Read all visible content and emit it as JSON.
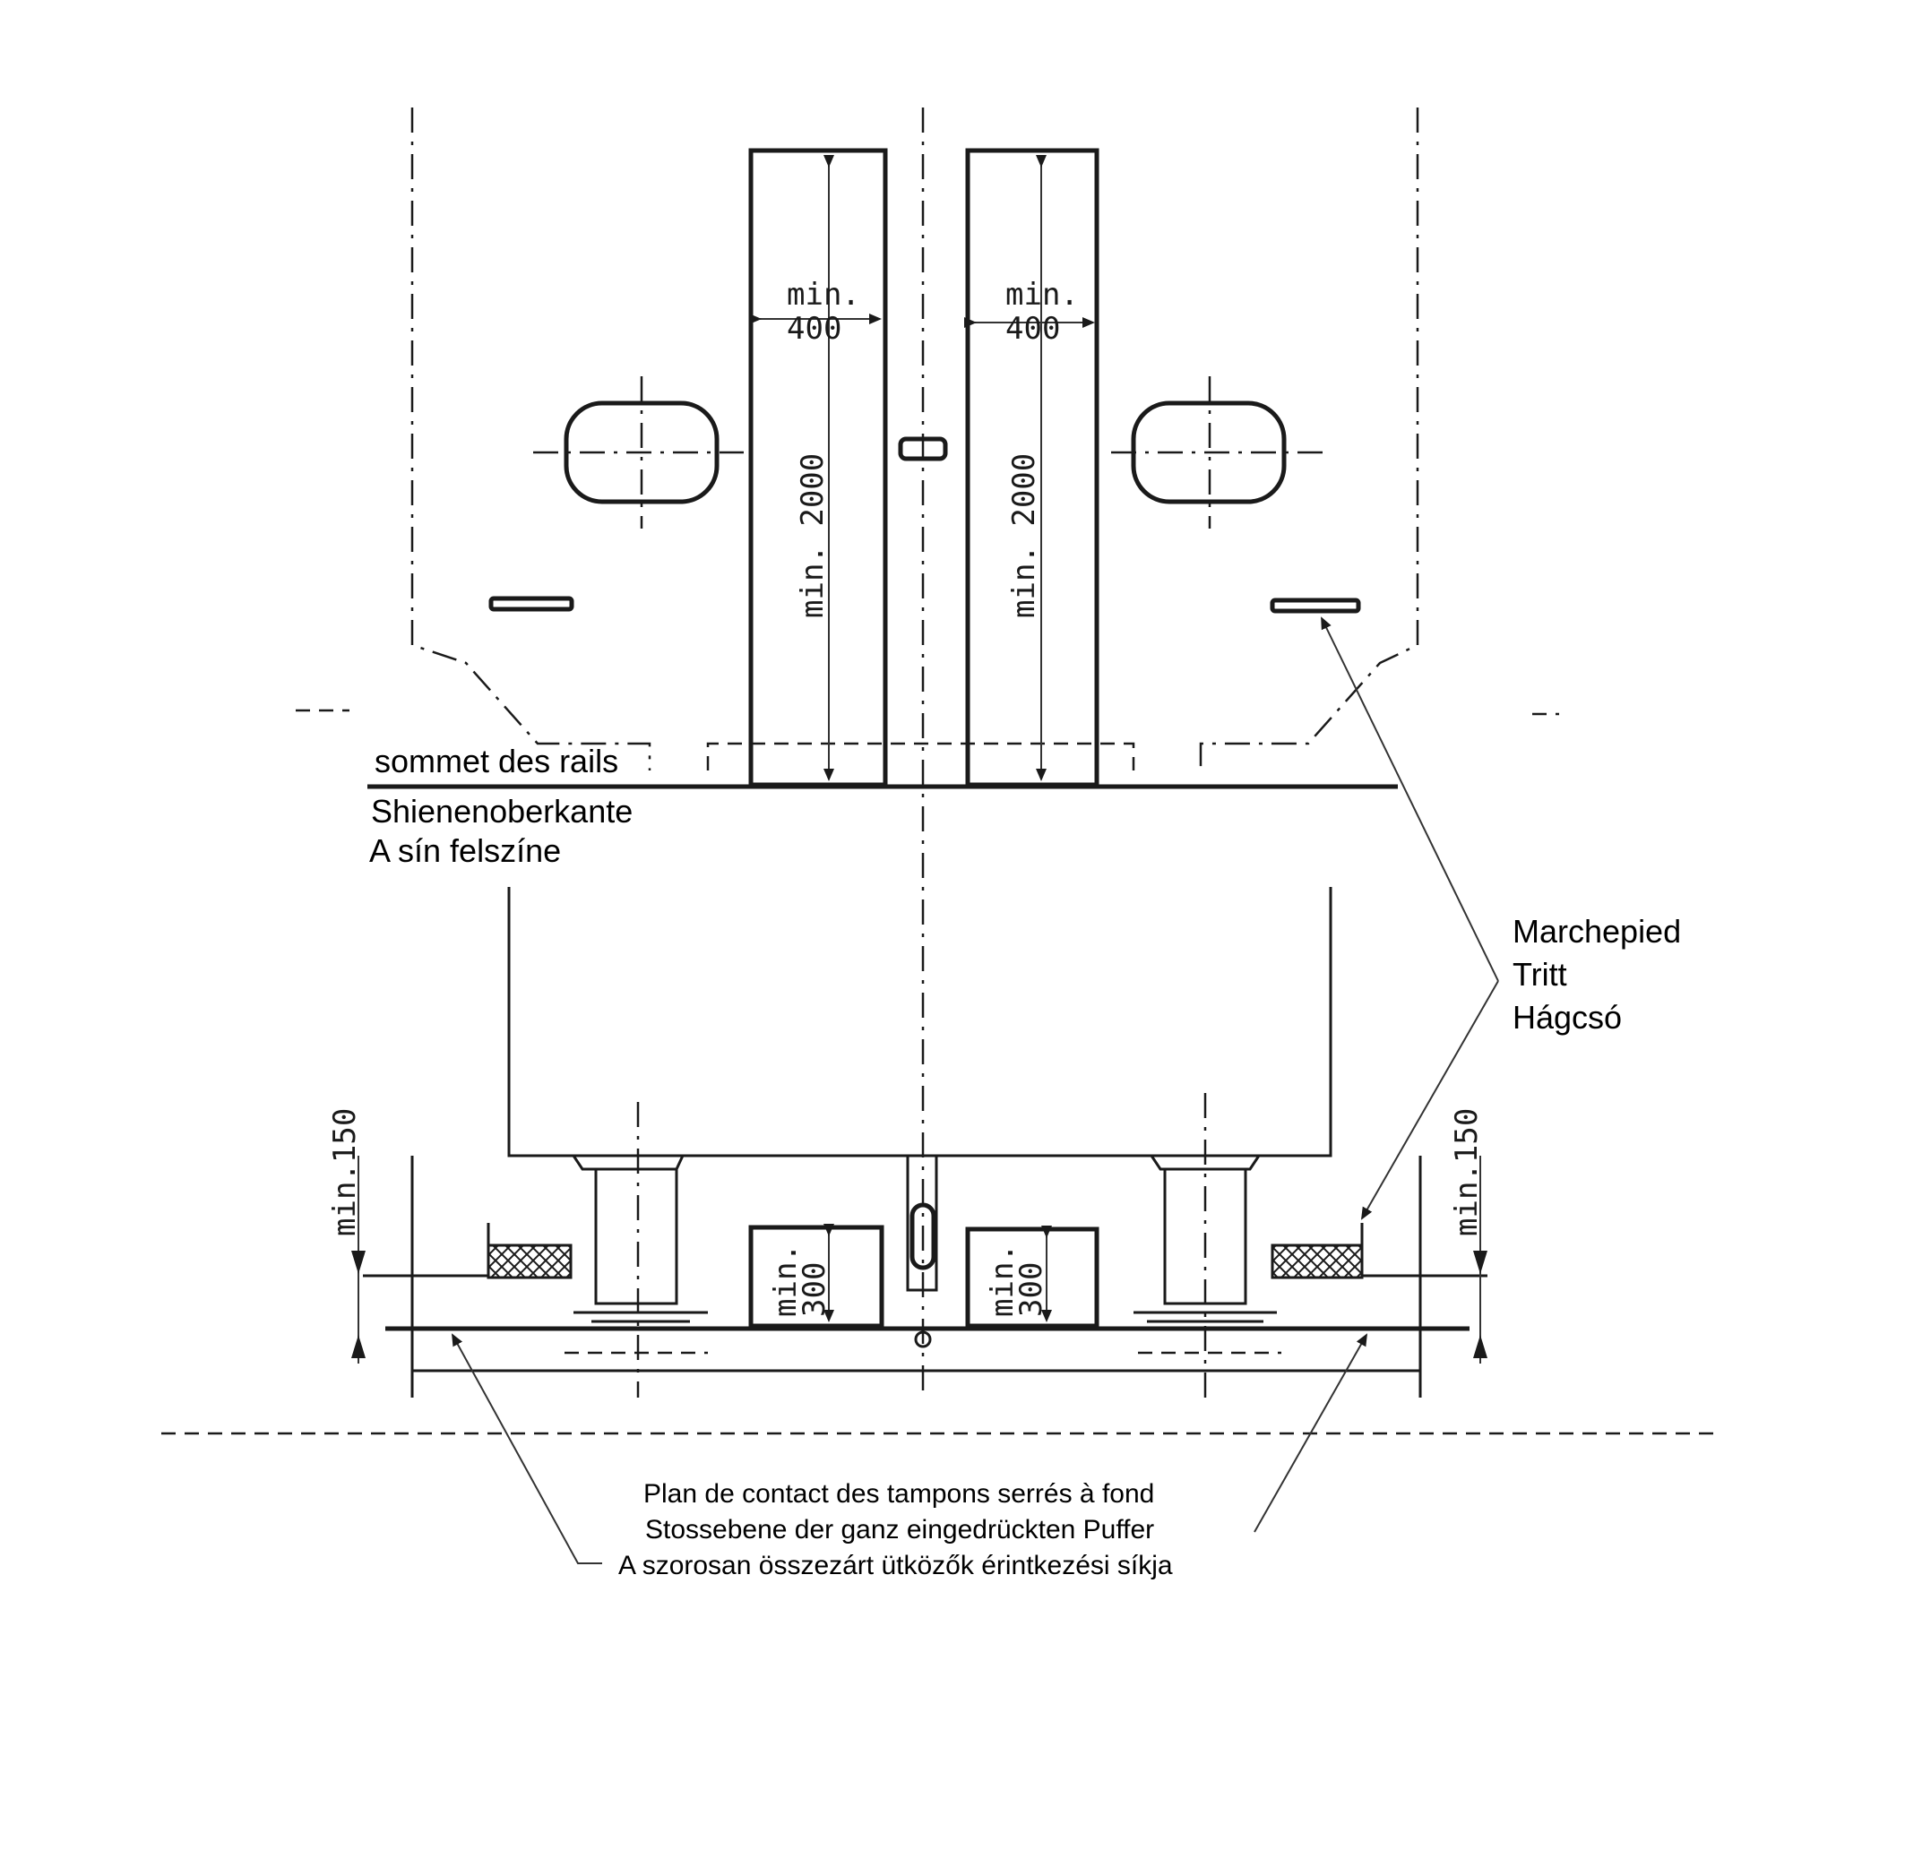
{
  "labels": {
    "rail_top": [
      "sommet des rails",
      "Shienenoberkante",
      "A sín felszíne"
    ],
    "step": [
      "Marchepied",
      "Tritt",
      "Hágcsó"
    ],
    "buffer_plane": [
      "Plan de contact des tampons serrés à fond",
      "Stossebene der ganz eingedrückten Puffer",
      "A szorosan összezárt ütközők érintkezési síkja"
    ]
  },
  "dimensions": {
    "door_width_min": "min.",
    "door_width_value": "400",
    "door_height": "min. 2000",
    "clearance_height": "min.150",
    "bottom_box_min": "min.",
    "bottom_box_value": "300"
  }
}
